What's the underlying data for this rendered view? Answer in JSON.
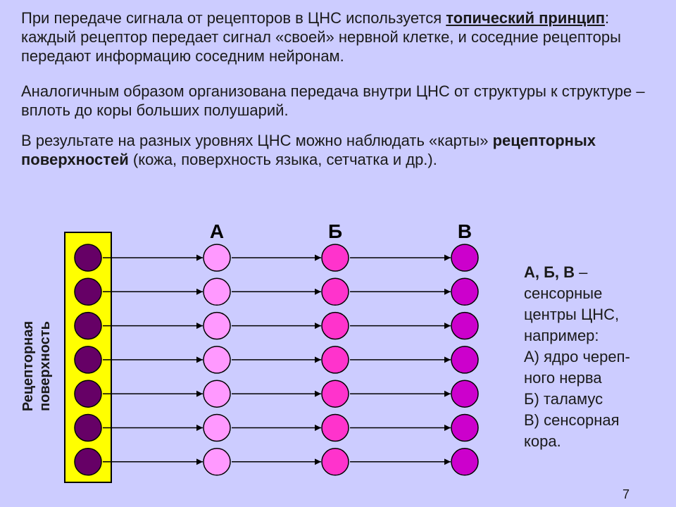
{
  "paragraphs": {
    "p1": {
      "before": "При передаче сигнала от рецепторов в ЦНС используется ",
      "term": "топический принцип",
      "after": ": каждый рецептор передает сигнал «своей» нервной клетке, и соседние рецепторы передают информацию соседним нейронам."
    },
    "p2": {
      "text": "Аналогичным образом организована передача внутри ЦНС от структуры к структуре – вплоть до коры больших полушарий."
    },
    "p3": {
      "before": "В результате на разных уровнях ЦНС можно наблюдать «карты» ",
      "term": "рецепторных поверхностей",
      "after": " (кожа, поверхность языка, сетчатка и др.)."
    }
  },
  "diagram": {
    "receptor_label": "Рецепторная поверхность",
    "rows": 7,
    "columns": [
      {
        "label": "А",
        "color": "#ff99ff"
      },
      {
        "label": "Б",
        "color": "#ff33cc"
      },
      {
        "label": "В",
        "color": "#cc00cc"
      }
    ],
    "receptor_color": "#660066",
    "strip_color": "#ffff00"
  },
  "legend": {
    "heading": "А, Б, В",
    "dash": " –",
    "lines": [
      "сенсорные",
      "центры ЦНС,",
      "например:",
      "А) ядро череп-",
      "ного нерва",
      "Б) таламус",
      "В) сенсорная",
      "кора."
    ]
  },
  "page_number": "7"
}
